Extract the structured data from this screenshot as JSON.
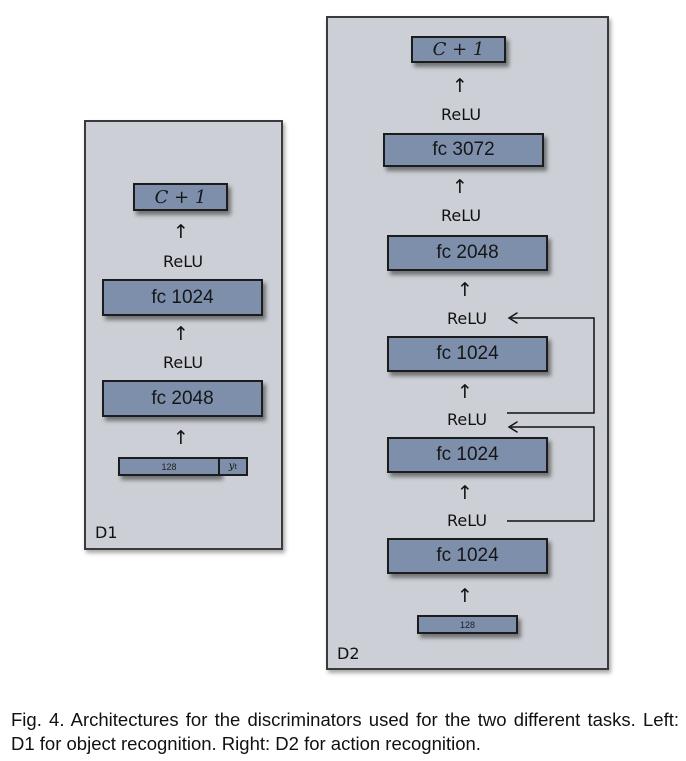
{
  "d1": {
    "panel_label": "D1",
    "output": "C + 1",
    "relu_top": "ReLU",
    "fc_top": "fc 1024",
    "relu_bottom": "ReLU",
    "fc_bottom": "fc 2048",
    "input": "128",
    "input_label": "y",
    "input_label_sup": "t",
    "arrow": "↑"
  },
  "d2": {
    "panel_label": "D2",
    "output": "C + 1",
    "relu_1": "ReLU",
    "fc_3072": "fc 3072",
    "relu_2": "ReLU",
    "fc_2048": "fc 2048",
    "relu_3": "ReLU",
    "fc_1024_a": "fc 1024",
    "relu_4": "ReLU",
    "fc_1024_b": "fc 1024",
    "relu_5": "ReLU",
    "fc_1024_c": "fc 1024",
    "input": "128",
    "arrow": "↑"
  },
  "caption": "Fig. 4. Architectures for the discriminators used for the two different tasks. Left: D1 for object recognition. Right: D2 for action recognition."
}
